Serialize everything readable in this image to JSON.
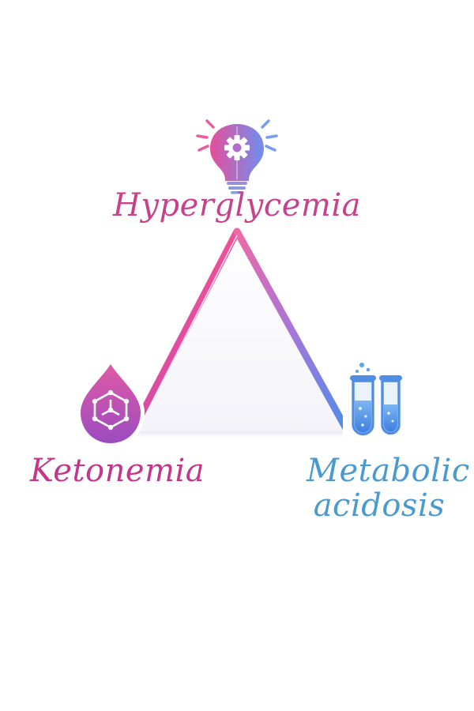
{
  "diagram": {
    "vertices": [
      {
        "id": "top",
        "label": "Hyperglycemia",
        "icon": "brain-gear-lightbulb-icon",
        "color": "#c6438c"
      },
      {
        "id": "left",
        "label": "Ketonemia",
        "icon": "molecule-drop-icon",
        "color": "#c2378c"
      },
      {
        "id": "right",
        "label": "Metabolic acidosis",
        "icon": "test-tubes-icon",
        "color": "#4a9ad0"
      }
    ]
  },
  "colors": {
    "pink": "#e8559d",
    "purple": "#a774d8",
    "blue": "#4b8fe6"
  }
}
